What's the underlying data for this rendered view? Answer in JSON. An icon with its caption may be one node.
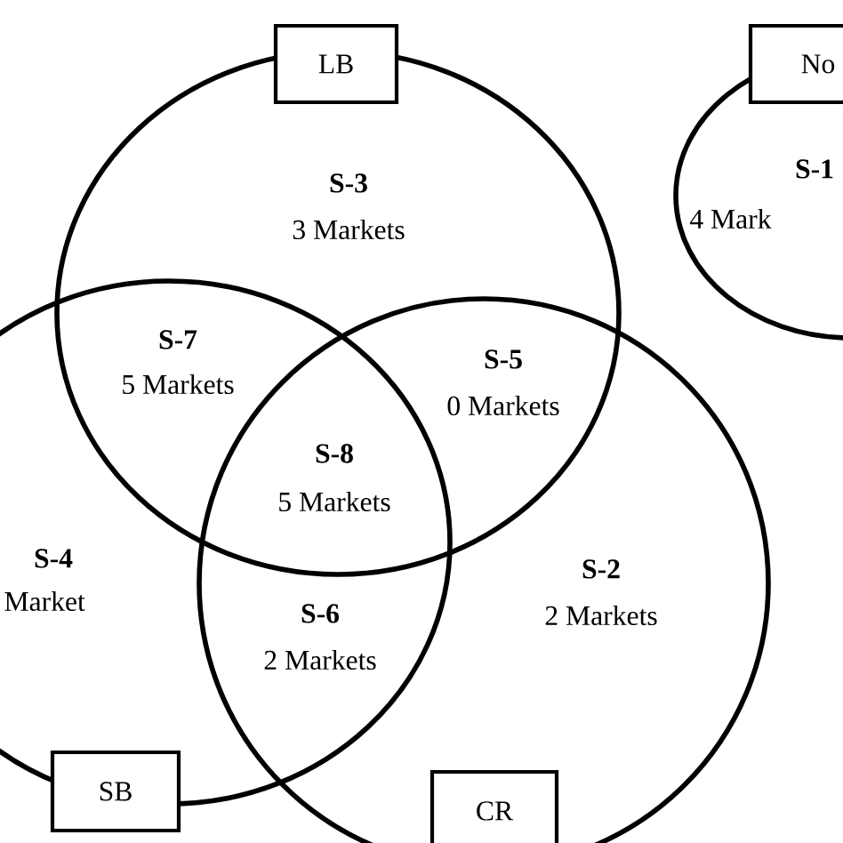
{
  "diagram": {
    "nodes": [
      {
        "text": [
          "LB"
        ]
      },
      {
        "text": [
          "No"
        ]
      },
      {
        "text": [
          "SB"
        ]
      },
      {
        "text": [
          "CR"
        ]
      }
    ],
    "labels": [
      "S-3",
      "3 Markets",
      "S-1",
      "4 Mark",
      "S-7",
      "5 Markets",
      "S-5",
      "0 Markets",
      "S-8",
      "5 Markets",
      "S-4",
      "Market",
      "S-2",
      "2 Markets",
      "S-6",
      "2 Markets"
    ]
  }
}
